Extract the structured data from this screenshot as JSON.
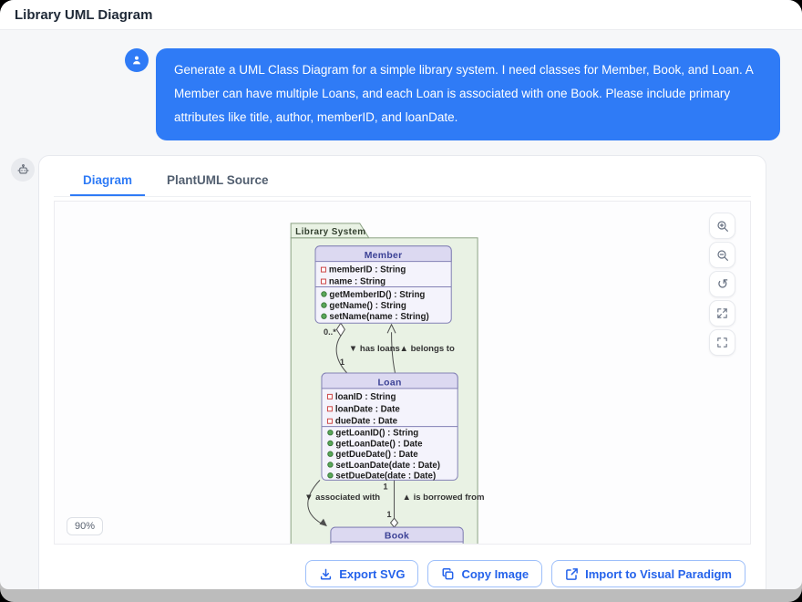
{
  "window": {
    "title": "Library UML Diagram"
  },
  "chat": {
    "message": "Generate a UML Class Diagram for a simple library system. I need classes for Member, Book, and Loan. A Member can have multiple Loans, and each Loan is associated with one Book. Please include primary attributes like title, author, memberID, and loanDate."
  },
  "tabs": {
    "diagram": "Diagram",
    "source": "PlantUML Source"
  },
  "canvas": {
    "zoom_level": "90%"
  },
  "icons": {
    "reset_glyph": "↺"
  },
  "uml": {
    "package": "Library System",
    "member": {
      "name": "Member",
      "attrs": [
        "memberID : String",
        "name : String"
      ],
      "methods": [
        "getMemberID() : String",
        "getName() : String",
        "setName(name : String)"
      ]
    },
    "loan": {
      "name": "Loan",
      "attrs": [
        "loanID : String",
        "loanDate : Date",
        "dueDate : Date"
      ],
      "methods": [
        "getLoanID() : String",
        "getLoanDate() : Date",
        "getDueDate() : Date",
        "setLoanDate(date : Date)",
        "setDueDate(date : Date)"
      ]
    },
    "book": {
      "name": "Book"
    },
    "rel": {
      "mult_0n": "0..*",
      "mult_1a": "1",
      "has_loans": "▼ has loans",
      "belongs_to": "▲ belongs to",
      "mult_1b": "1",
      "mult_1c": "1",
      "associated_with": "▼ associated with",
      "borrowed_from": "▲ is borrowed from"
    }
  },
  "footer": {
    "export_svg": "Export SVG",
    "copy_image": "Copy Image",
    "import_vp": "Import to Visual Paradigm"
  },
  "colors": {
    "accent": "#2f7bf6",
    "user_bubble": "#2f7bf6",
    "package_fill": "#e9f2e4",
    "package_border": "#8ba283",
    "class_header_fill": "#dcd9f1",
    "class_body_fill": "#f4f3fc",
    "class_border": "#8381b5",
    "attr_icon": "#cc4444",
    "method_icon": "#5aa85a",
    "connector": "#4e4e4e"
  }
}
